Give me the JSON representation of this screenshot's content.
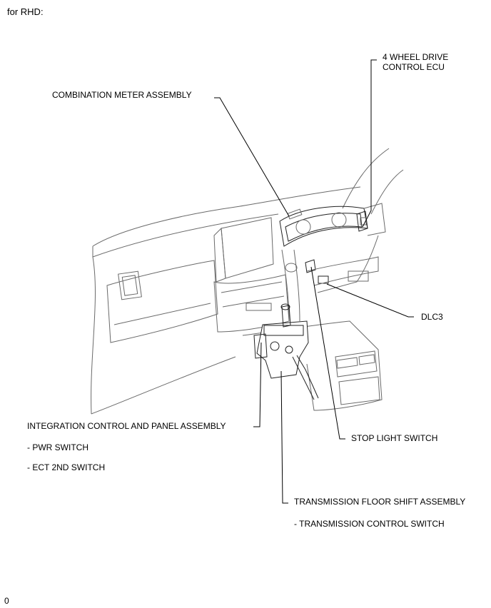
{
  "header": {
    "text": "for RHD:"
  },
  "footer": {
    "text": "0"
  },
  "labels": {
    "four_wd_ecu_line1": "4 WHEEL DRIVE",
    "four_wd_ecu_line2": "CONTROL ECU",
    "combination_meter": "COMBINATION METER ASSEMBLY",
    "dlc3": "DLC3",
    "integration_control": "INTEGRATION CONTROL AND PANEL ASSEMBLY",
    "pwr_switch": "- PWR SWITCH",
    "ect_2nd_switch": "- ECT 2ND SWITCH",
    "stop_light_switch": "STOP LIGHT SWITCH",
    "transmission_floor_shift": "TRANSMISSION FLOOR SHIFT ASSEMBLY",
    "transmission_control_switch": "- TRANSMISSION CONTROL SWITCH"
  }
}
